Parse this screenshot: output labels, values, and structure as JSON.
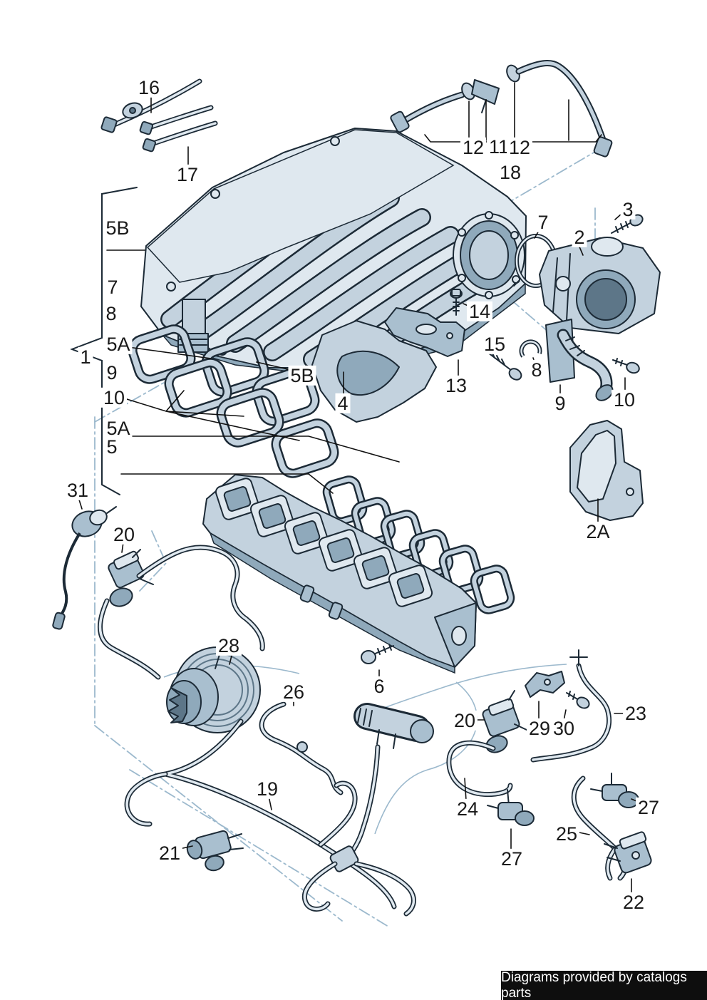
{
  "footer": {
    "credit": "Diagrams provided by catalogs parts"
  },
  "callouts": {
    "c16": "16",
    "c17": "17",
    "c12a": "12",
    "c11": "11",
    "c12b": "12",
    "c18": "18",
    "c3": "3",
    "c2": "2",
    "c7r": "7",
    "c14": "14",
    "c15": "15",
    "c13": "13",
    "c4": "4",
    "c8r": "8",
    "c9r": "9",
    "c10r": "10",
    "c2a": "2A",
    "c5b_col": "5B",
    "c7l": "7",
    "c8l": "8",
    "c5a_col1": "5A",
    "c1": "1",
    "c9l": "9",
    "c10l": "10",
    "c5a_col2": "5A",
    "c5l": "5",
    "c5b_mid": "5B",
    "c31": "31",
    "c20l": "20",
    "c28": "28",
    "c26": "26",
    "c6": "6",
    "c19": "19",
    "c21": "21",
    "c20r": "20",
    "c29": "29",
    "c30": "30",
    "c23": "23",
    "c24": "24",
    "c27l": "27",
    "c25": "25",
    "c27r": "27",
    "c22": "22"
  },
  "colors": {
    "outline": "#1c2a36",
    "light": "#dfe8ef",
    "mid": "#c3d2de",
    "mid2": "#a9bfcf",
    "dark": "#8fa9bb",
    "deep": "#5d7688",
    "ref": "#9cb9cd",
    "label": "#1a1a1a",
    "footerbg": "#0e0e0e",
    "footertx": "#ffffff",
    "paper": "#ffffff"
  }
}
